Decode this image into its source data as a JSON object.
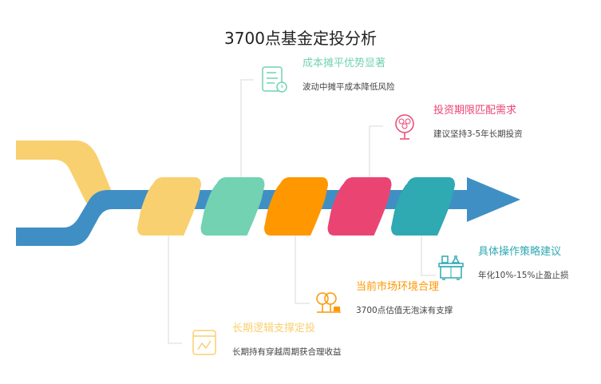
{
  "title": "3700点基金定投分析",
  "colors": {
    "blue": "#3F8FC5",
    "yellow": "#F9D06F",
    "green": "#72D2B1",
    "orange": "#FF9700",
    "pink": "#EA4572",
    "teal": "#2FA9B2"
  },
  "items": [
    {
      "heading": "长期逻辑支撑定投",
      "desc": "长期持有穿越周期获合理收益",
      "icon": "calendar-chart-icon",
      "color": "#F9D06F"
    },
    {
      "heading": "成本摊平优势显著",
      "desc": "波动中摊平成本降低风险",
      "icon": "document-clock-icon",
      "color": "#72D2B1"
    },
    {
      "heading": "当前市场环境合理",
      "desc": "3700点估值无泡沫有支撑",
      "icon": "trees-icon",
      "color": "#FF9700"
    },
    {
      "heading": "投资期限匹配需求",
      "desc": "建议坚持3-5年长期投资",
      "icon": "money-tree-icon",
      "color": "#EA4572"
    },
    {
      "heading": "具体操作策略建议",
      "desc": "年化10%-15%止盈止损",
      "icon": "cabinet-icon",
      "color": "#2FA9B2"
    }
  ]
}
